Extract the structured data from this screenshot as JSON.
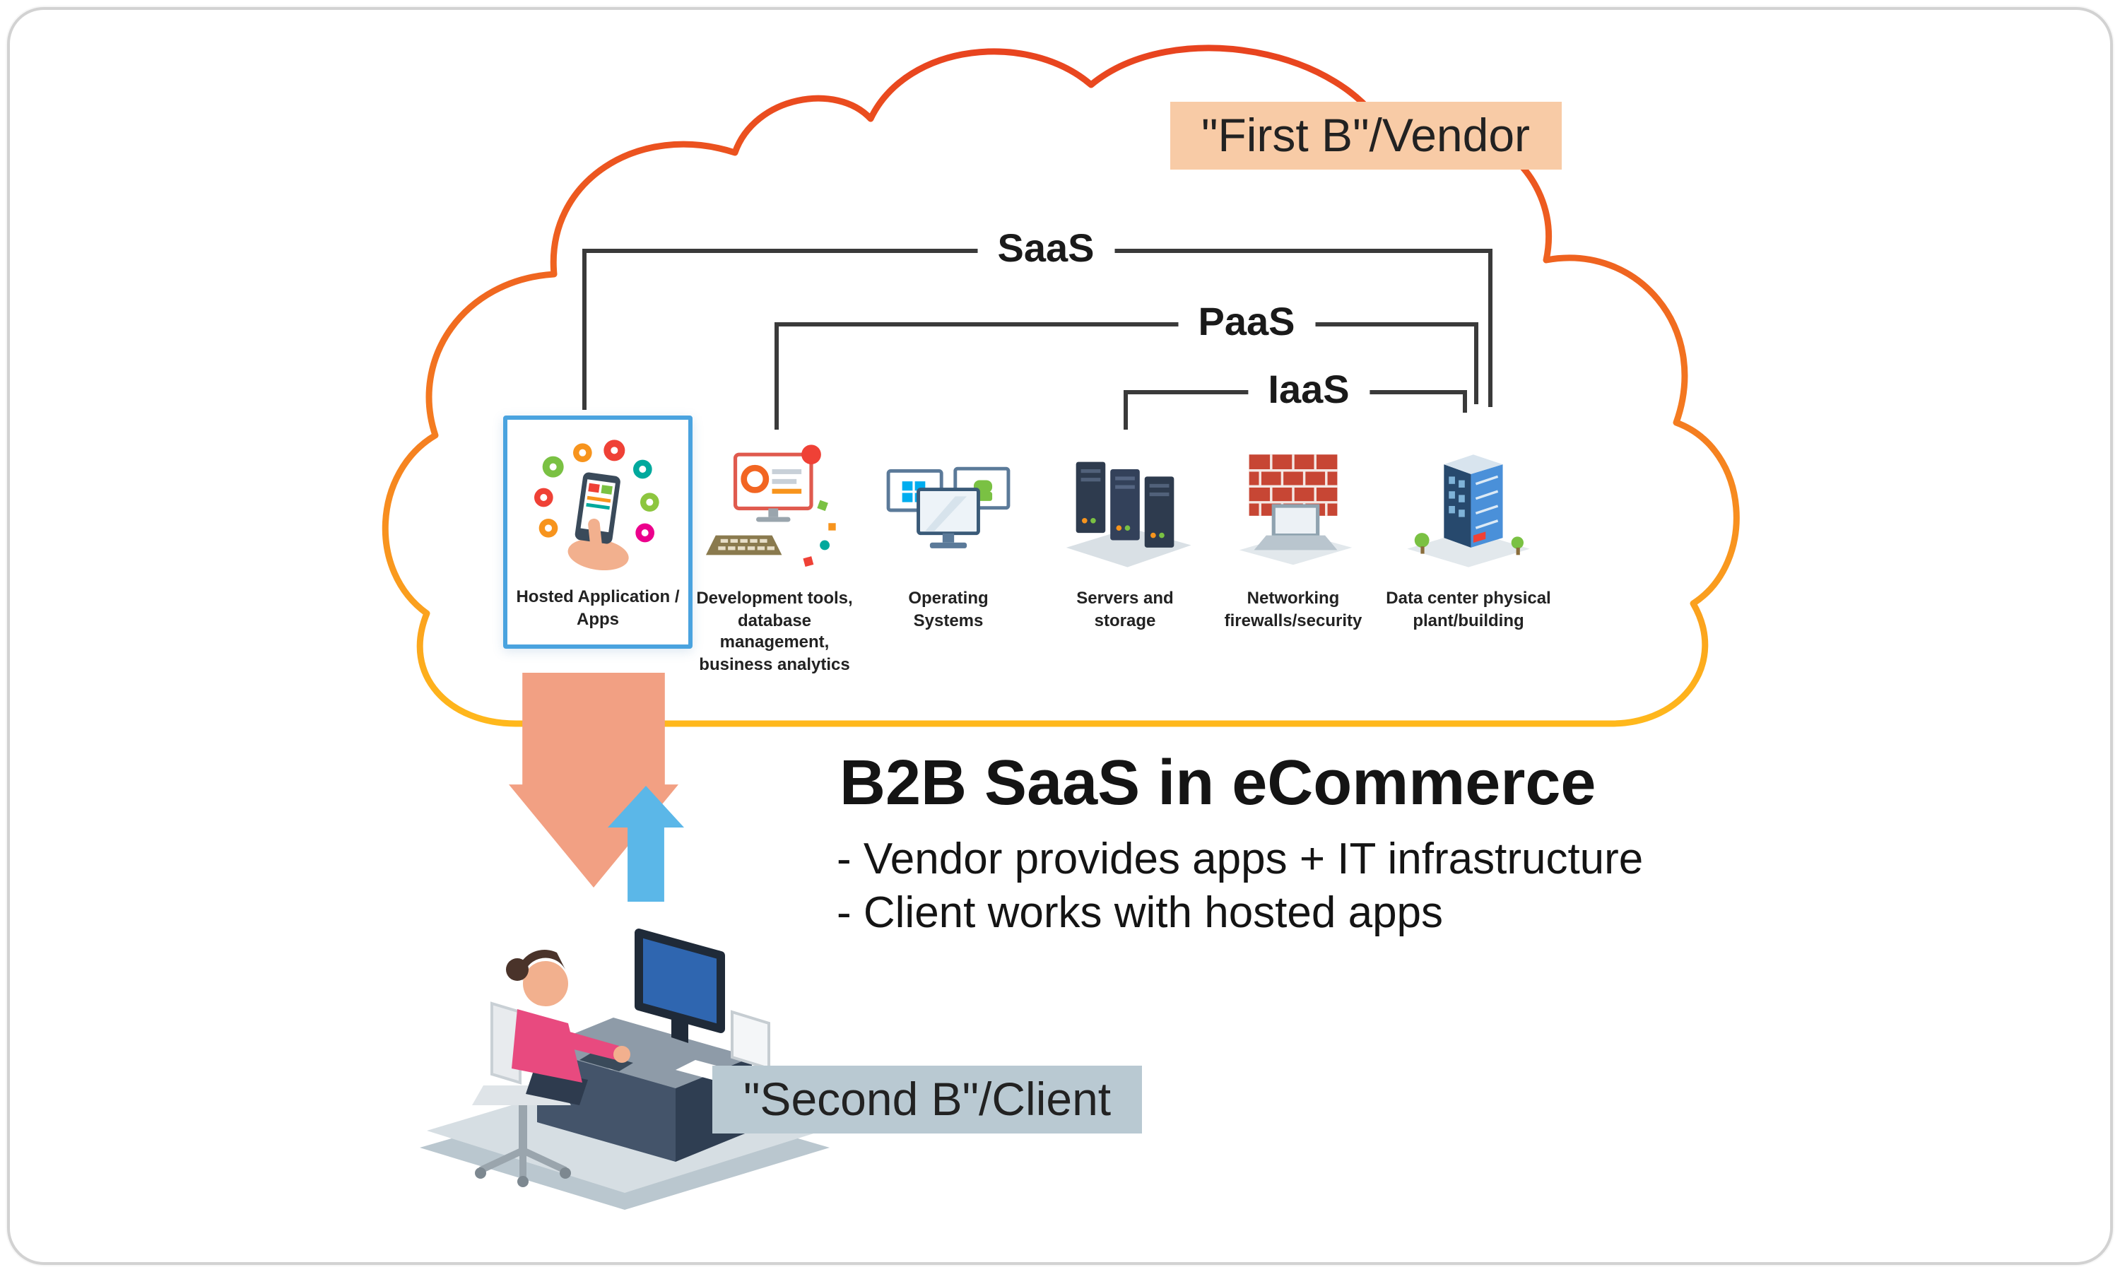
{
  "vendor_badge": {
    "label": "\"First B\"/Vendor",
    "background": "#F8CBA6"
  },
  "client_badge": {
    "label": "\"Second B\"/Client",
    "background": "#B9C9D2"
  },
  "brackets": {
    "saas": {
      "label": "SaaS"
    },
    "paas": {
      "label": "PaaS"
    },
    "iaas": {
      "label": "IaaS"
    }
  },
  "stack": {
    "items": [
      {
        "label": "Hosted Application / Apps",
        "icon": "hosted-apps-icon",
        "highlighted": true,
        "highlight_color": "#4AA3DF"
      },
      {
        "label": "Development tools, database management, business analytics",
        "icon": "dev-tools-icon",
        "highlighted": false
      },
      {
        "label": "Operating Systems",
        "icon": "operating-systems-icon",
        "highlighted": false
      },
      {
        "label": "Servers and storage",
        "icon": "servers-storage-icon",
        "highlighted": false
      },
      {
        "label": "Networking firewalls/security",
        "icon": "network-security-icon",
        "highlighted": false
      },
      {
        "label": "Data center physical plant/building",
        "icon": "data-center-icon",
        "highlighted": false
      }
    ]
  },
  "main": {
    "title": "B2B SaaS in eCommerce",
    "bullets": [
      "- Vendor provides apps + IT infrastructure",
      "- Client works with hosted apps"
    ]
  },
  "arrows": {
    "down": {
      "name": "vendor-to-client-arrow",
      "color": "#F2A083"
    },
    "up": {
      "name": "client-to-vendor-arrow",
      "color": "#5BB7E8"
    }
  },
  "cloud": {
    "name": "vendor-cloud-outline",
    "stroke_top": "#E8431F",
    "stroke_bottom": "#FFB81C"
  }
}
